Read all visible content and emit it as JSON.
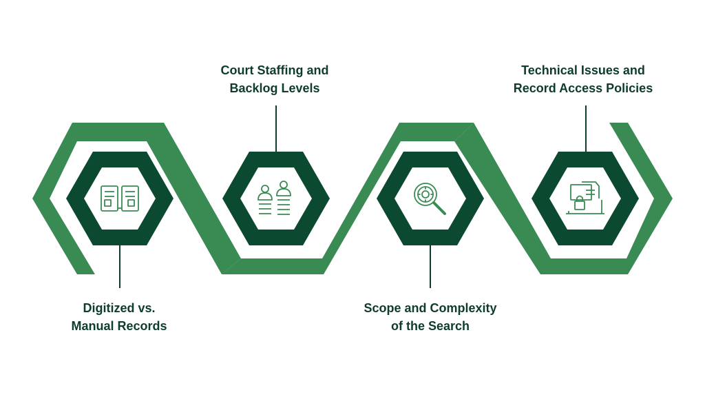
{
  "colors": {
    "band": "#3a8a53",
    "hexagon_dark": "#0b4a30",
    "hexagon_inner": "#ffffff",
    "icon_stroke": "#3a8a53",
    "text": "#0d3b2e",
    "connector": "#0d3b2e"
  },
  "steps": [
    {
      "line1": "Digitized vs.",
      "line2": "Manual Records",
      "icon": "documents-icon"
    },
    {
      "line1": "Court Staffing and",
      "line2": "Backlog Levels",
      "icon": "staff-icon"
    },
    {
      "line1": "Scope and Complexity",
      "line2": "of the Search",
      "icon": "magnifier-gear-icon"
    },
    {
      "line1": "Technical Issues and",
      "line2": "Record Access Policies",
      "icon": "laptop-lock-icon"
    }
  ]
}
